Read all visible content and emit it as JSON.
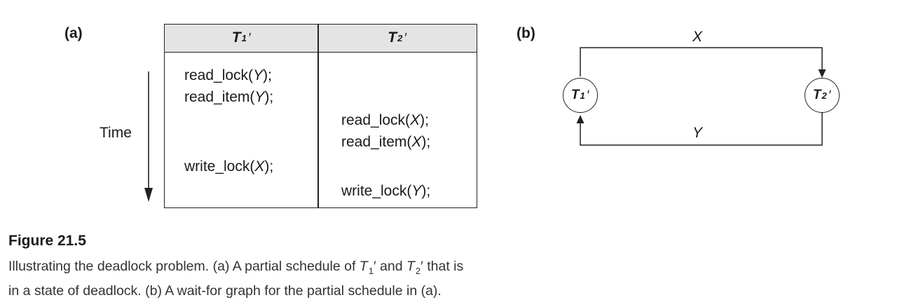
{
  "panel_a": {
    "label": "(a)",
    "time_label": "Time",
    "columns": [
      {
        "name": "T",
        "sub": "1",
        "prime": "′"
      },
      {
        "name": "T",
        "sub": "2",
        "prime": "′"
      }
    ],
    "t1_ops": {
      "read_lock": [
        "read_lock(",
        "Y",
        ");"
      ],
      "read_item": [
        "read_item(",
        "Y",
        ");"
      ],
      "write_lock": [
        "write_lock(",
        "X",
        ");"
      ]
    },
    "t2_ops": {
      "read_lock": [
        "read_lock(",
        "X",
        ");"
      ],
      "read_item": [
        "read_item(",
        "X",
        ");"
      ],
      "write_lock": [
        "write_lock(",
        "Y",
        ");"
      ]
    }
  },
  "panel_b": {
    "label": "(b)",
    "nodes": [
      {
        "name": "T",
        "sub": "1",
        "prime": "′"
      },
      {
        "name": "T",
        "sub": "2",
        "prime": "′"
      }
    ],
    "edges": [
      {
        "from": "T1′",
        "to": "T2′",
        "label": "X"
      },
      {
        "from": "T2′",
        "to": "T1′",
        "label": "Y"
      }
    ]
  },
  "figure": {
    "title": "Figure 21.5",
    "caption": {
      "p1": "Illustrating the deadlock problem. (a) A partial schedule of ",
      "t1": "T",
      "t1_sub": "1",
      "t1_prime": "′",
      "p2": " and ",
      "t2": "T",
      "t2_sub": "2",
      "t2_prime": "′",
      "p3": " that is",
      "line2": "in a state of deadlock. (b) A wait-for graph for the partial schedule in (a)."
    }
  }
}
